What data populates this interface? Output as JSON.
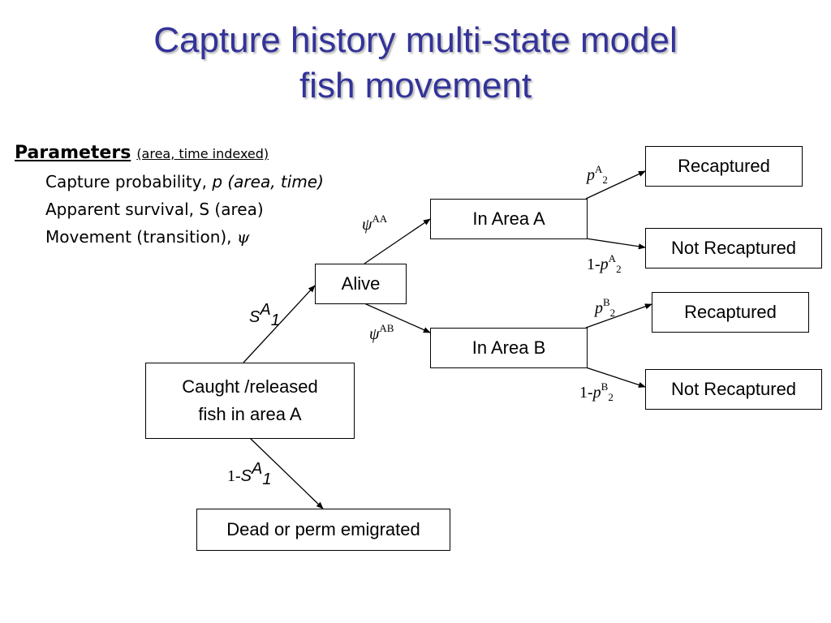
{
  "title": {
    "line1": "Capture history multi-state model",
    "line2": "fish movement"
  },
  "parameters": {
    "heading": "Parameters",
    "heading_note": "(area, time indexed)",
    "capture_prefix": "Capture probability, ",
    "capture_italic": "p (area, time)",
    "survival": "Apparent survival, S (area)",
    "movement_prefix": "Movement (transition), ",
    "movement_symbol": "ψ"
  },
  "nodes": {
    "caught_line1": "Caught /released",
    "caught_line2": "fish in area A",
    "dead": "Dead or perm emigrated",
    "alive": "Alive",
    "area_a": "In Area A",
    "area_b": "In Area B",
    "recaptured_a": "Recaptured",
    "not_recaptured_a": "Not Recaptured",
    "recaptured_b": "Recaptured",
    "not_recaptured_b": "Not Recaptured"
  },
  "labels": {
    "surv_S": "S",
    "surv_sup": "A",
    "surv_sub": "1",
    "death_prefix": "1-",
    "death_S": "S",
    "death_sup": "A",
    "death_sub": "1",
    "psi": "ψ",
    "psi_aa": "AA",
    "psi_ab": "AB",
    "p": "p",
    "one_minus": "1-",
    "pa_sup": "A",
    "pa_sub": "2",
    "pb_sup": "B",
    "pb_sub": "2"
  }
}
